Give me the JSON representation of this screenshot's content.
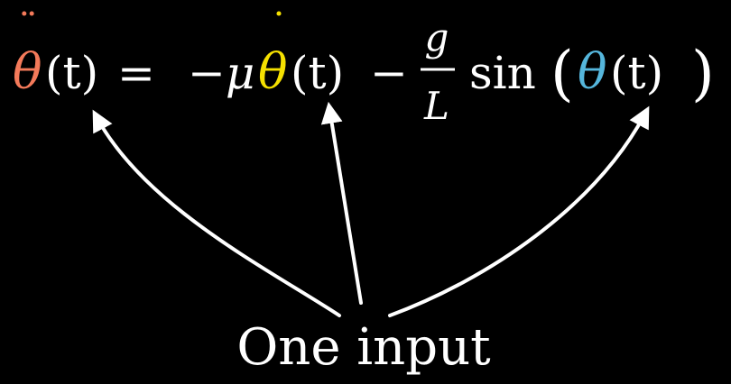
{
  "equation": {
    "theta_ddot": {
      "symbol": "θ",
      "accent": "¨",
      "arg": "(t)",
      "color": "#f47a5a"
    },
    "equals": "=",
    "minus_mu": "−μ",
    "theta_dot": {
      "symbol": "θ",
      "accent": "˙",
      "arg": "(t)",
      "color": "#f5e000"
    },
    "minus": "−",
    "fraction": {
      "numerator": "g",
      "denominator": "L"
    },
    "sin": "sin",
    "open_paren": "(",
    "theta": {
      "symbol": "θ",
      "arg": "(t)",
      "color": "#55b6dc"
    },
    "close_paren": ")"
  },
  "caption": "One input",
  "colors": {
    "background": "#000000",
    "text": "#ffffff",
    "arrows": "#ffffff"
  }
}
